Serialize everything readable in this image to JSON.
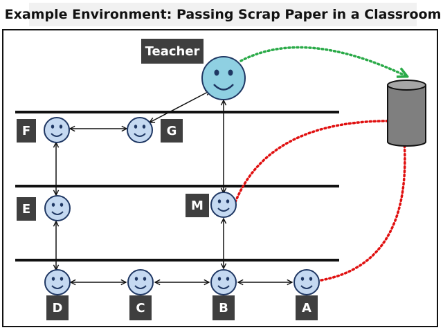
{
  "title": "Example Environment: Passing Scrap Paper in a Classroom",
  "labels": {
    "teacher": "Teacher",
    "F": "F",
    "G": "G",
    "E": "E",
    "M": "M",
    "D": "D",
    "C": "C",
    "B": "B",
    "A": "A"
  },
  "colors": {
    "face_fill": "#c5d9f1",
    "teacher_fill": "#8fd0e2",
    "outline": "#1f3763",
    "bin_fill": "#7f7f7f",
    "label_bg": "#3f3f3f",
    "dotted_green": "#2aaa48",
    "dotted_red": "#e01010"
  },
  "icons": {
    "face": "smiley-face-icon",
    "bin": "trash-bin-icon"
  }
}
